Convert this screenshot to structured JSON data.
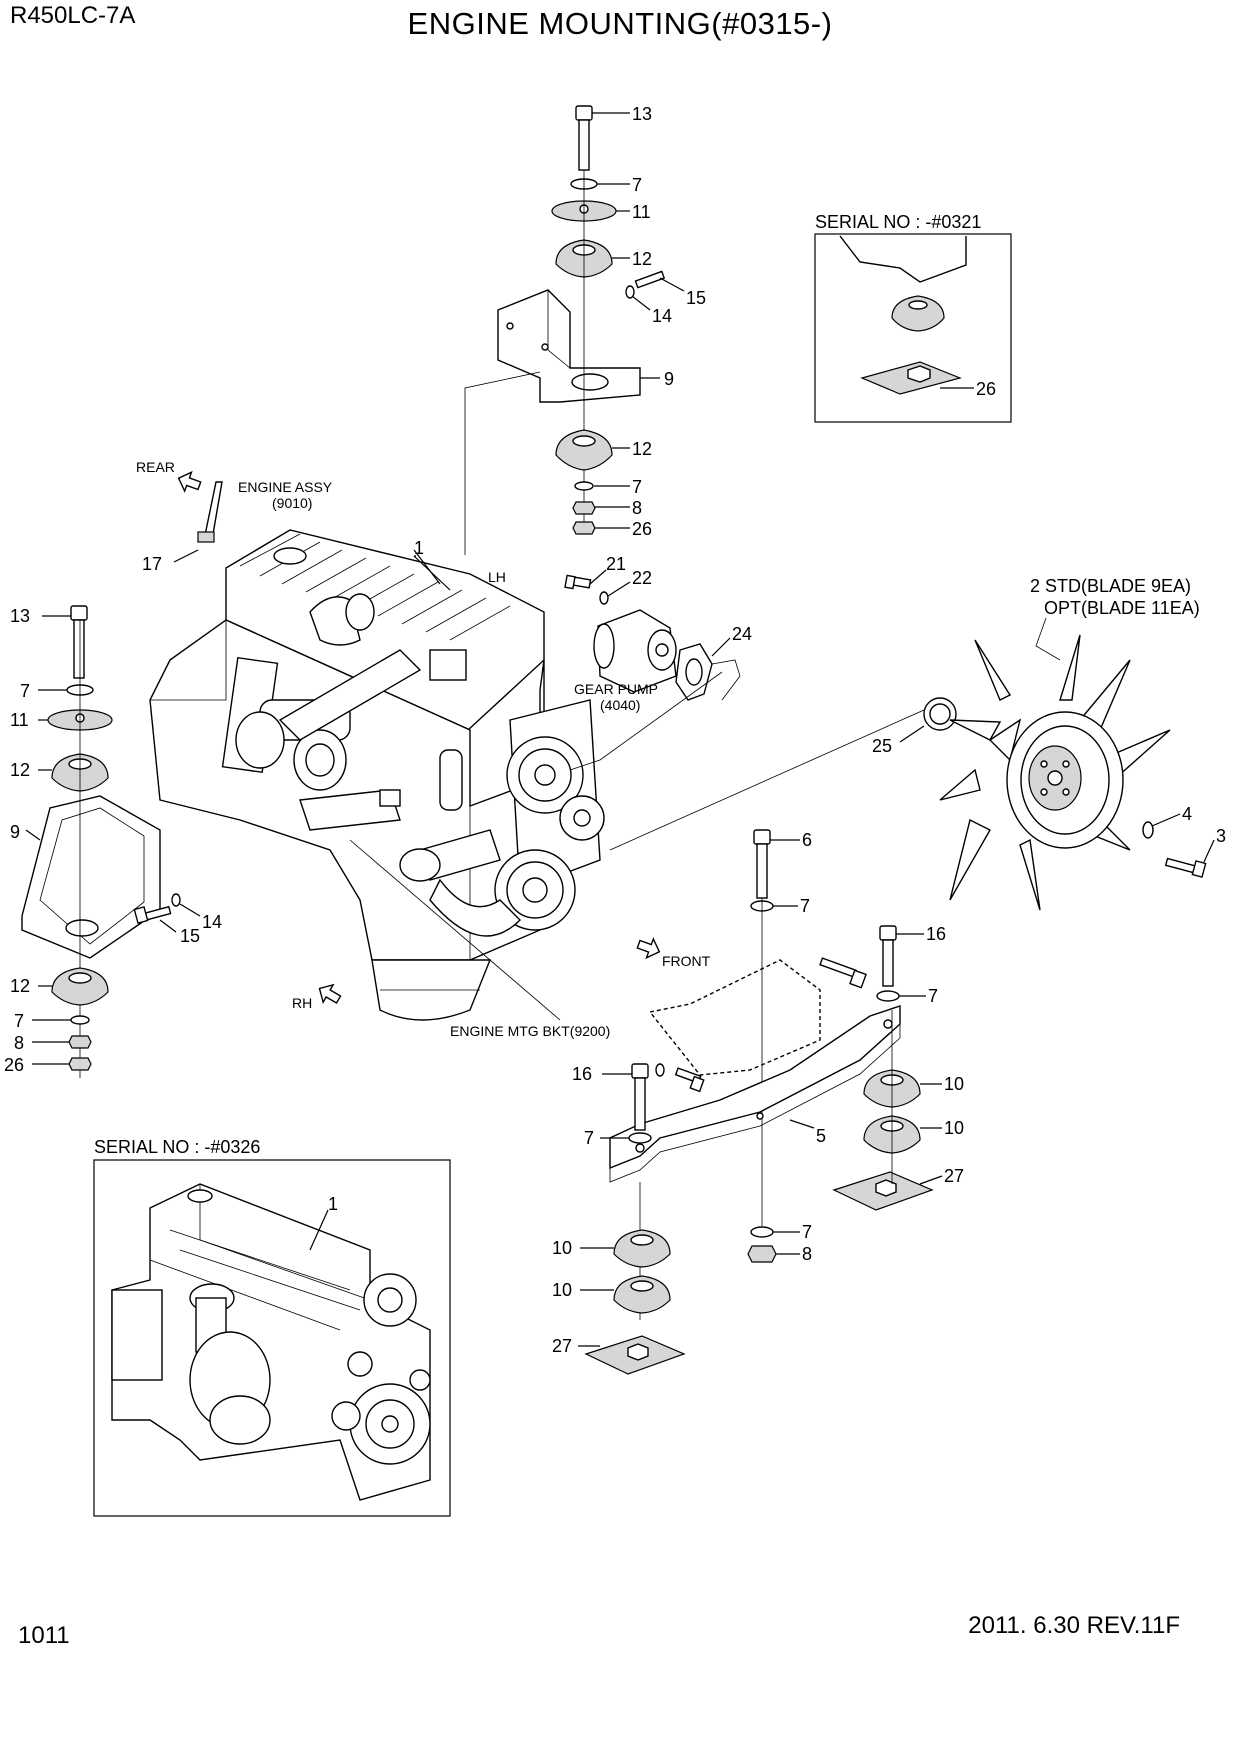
{
  "header": {
    "model": "R450LC-7A",
    "title": "ENGINE MOUNTING(#0315-)"
  },
  "footer": {
    "page_number": "1011",
    "date_rev": "2011. 6.30  REV.11F"
  },
  "labels": {
    "engine_assy": "ENGINE ASSY",
    "engine_assy_code": "(9010)",
    "gear_pump": "GEAR PUMP",
    "gear_pump_code": "(4040)",
    "engine_mtg_bkt": "ENGINE MTG BKT(9200)",
    "fan_std": "2 STD(BLADE 9EA)",
    "fan_opt": "OPT(BLADE 11EA)",
    "serial_0321": "SERIAL NO : -#0321",
    "serial_0326": "SERIAL NO : -#0326",
    "dir_rear": "REAR",
    "dir_lh": "LH",
    "dir_front": "FRONT",
    "dir_rh": "RH"
  },
  "callouts": {
    "top_stack": [
      "13",
      "7",
      "11",
      "12",
      "15",
      "14",
      "9",
      "12",
      "7",
      "8",
      "26"
    ],
    "left_stack": [
      "13",
      "7",
      "11",
      "12",
      "9",
      "14",
      "15",
      "12",
      "7",
      "8",
      "26"
    ],
    "engine": [
      "1",
      "17"
    ],
    "gear_pump": [
      "21",
      "22",
      "24"
    ],
    "fan": [
      "25",
      "4",
      "3"
    ],
    "right_bracket": [
      "6",
      "7",
      "16",
      "7",
      "10",
      "10",
      "27",
      "5",
      "16",
      "7",
      "10",
      "10",
      "27",
      "7",
      "8"
    ],
    "inset_0321": [
      "26"
    ],
    "inset_0326": [
      "1"
    ]
  }
}
